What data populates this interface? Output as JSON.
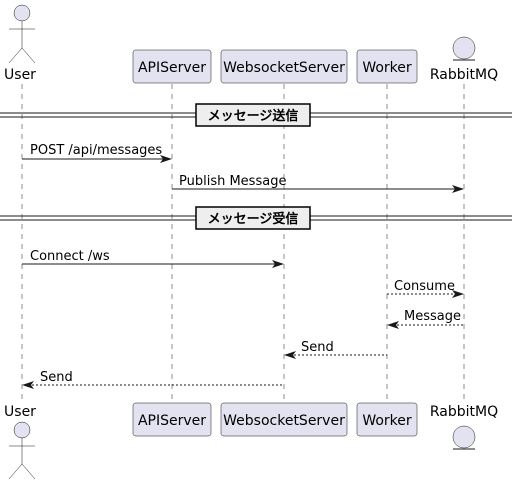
{
  "participants": {
    "user": "User",
    "api": "APIServer",
    "ws": "WebsocketServer",
    "worker": "Worker",
    "mq": "RabbitMQ"
  },
  "dividers": {
    "send": "メッセージ送信",
    "receive": "メッセージ受信"
  },
  "messages": {
    "post": "POST /api/messages",
    "publish": "Publish Message",
    "connect": "Connect /ws",
    "consume": "Consume",
    "message": "Message",
    "send1": "Send",
    "send2": "Send"
  }
}
